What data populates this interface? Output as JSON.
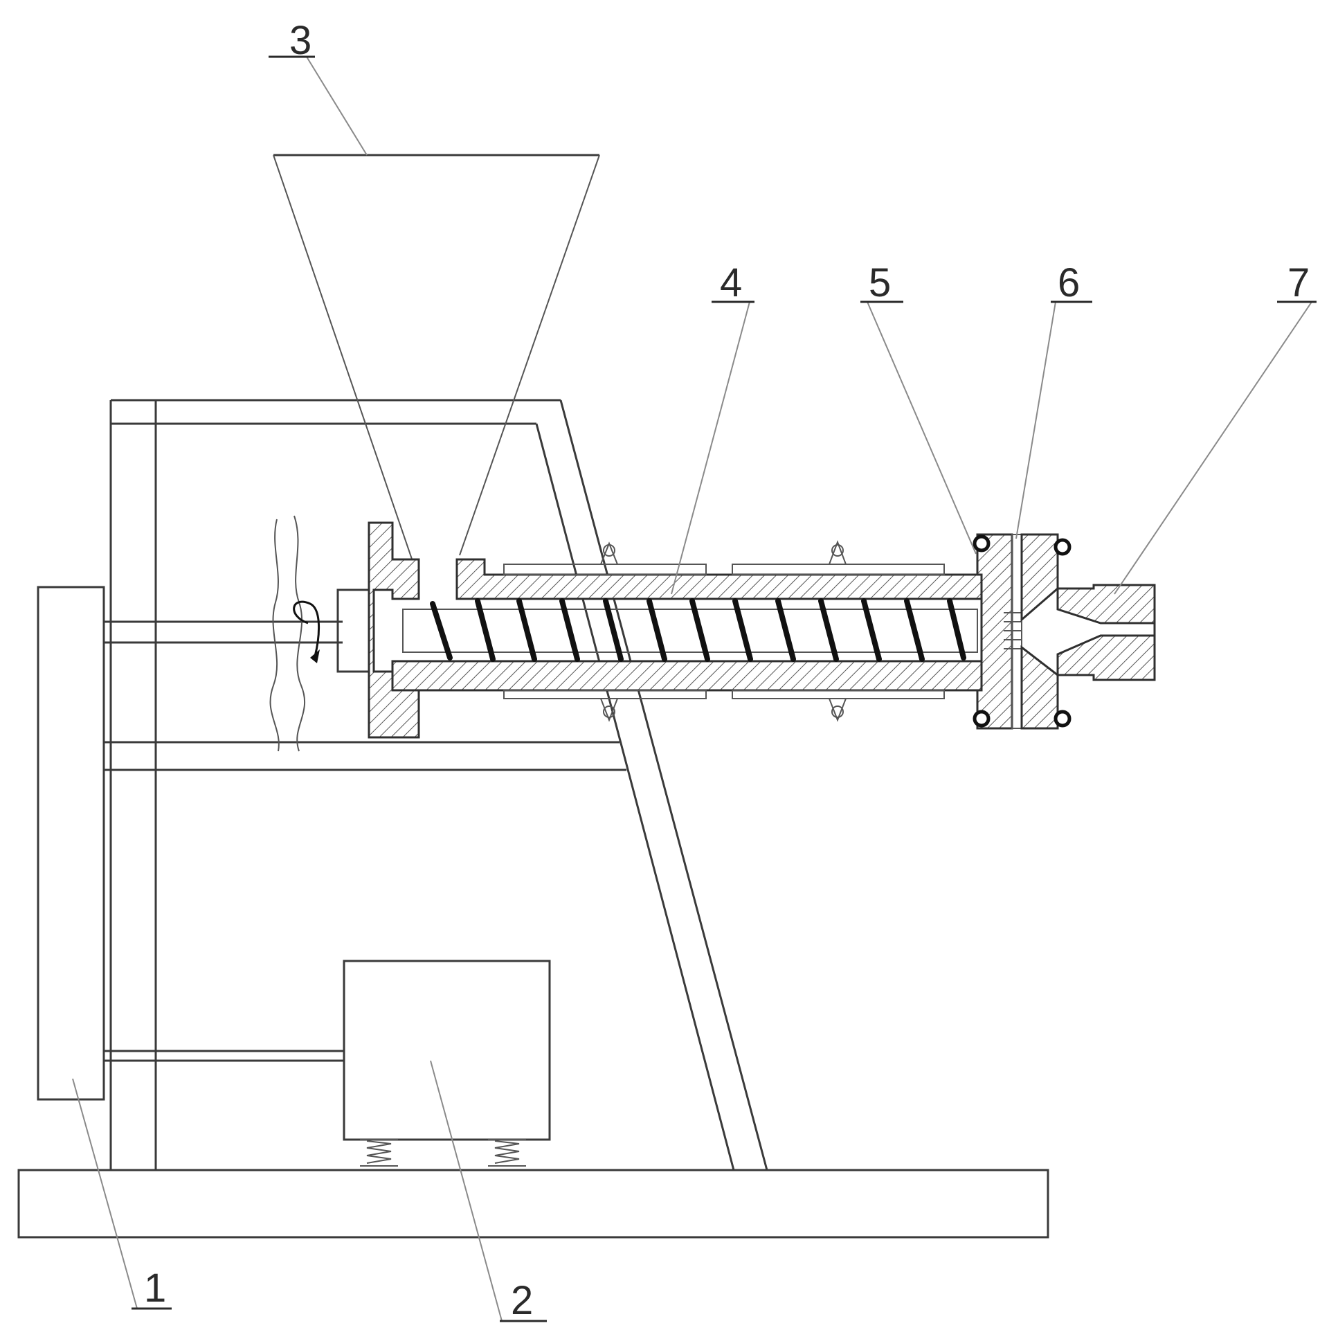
{
  "callouts": [
    {
      "id": "1",
      "label": "1"
    },
    {
      "id": "2",
      "label": "2"
    },
    {
      "id": "3",
      "label": "3"
    },
    {
      "id": "4",
      "label": "4"
    },
    {
      "id": "5",
      "label": "5"
    },
    {
      "id": "6",
      "label": "6"
    },
    {
      "id": "7",
      "label": "7"
    }
  ],
  "colors": {
    "line": "#3a3a3a",
    "leader": "#8a8a8a",
    "background": "#ffffff"
  }
}
